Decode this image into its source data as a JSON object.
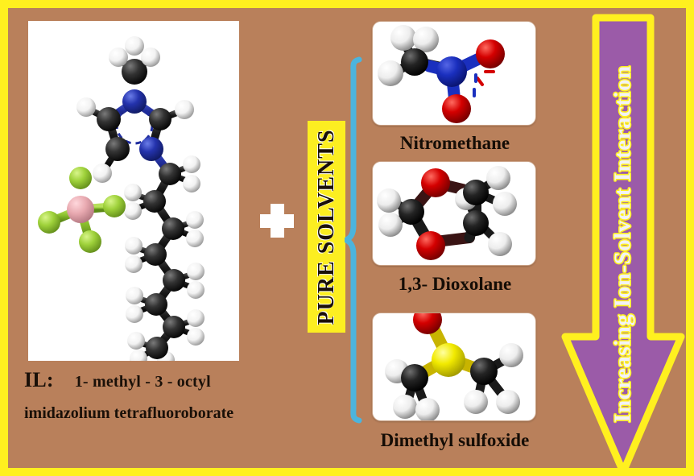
{
  "figure": {
    "type": "graphical-abstract",
    "background_color": "#b9805b",
    "border_color": "#fff01f"
  },
  "il_panel": {
    "caption_tag": "IL:",
    "caption_name_line1": "1- methyl - 3 - octyl",
    "caption_name_line2": "imidazolium tetrafluoroborate",
    "cation_name": "1-methyl-3-octylimidazolium",
    "anion_name": "tetrafluoroborate",
    "atom_colors": {
      "carbon": "#2b2b2b",
      "hydrogen": "#ffffff",
      "nitrogen": "#2233aa",
      "boron": "#e8a9b0",
      "fluorine": "#9ed13a"
    }
  },
  "operator": {
    "symbol_name": "plus-sign",
    "color": "#ffffff"
  },
  "banner": {
    "label": "PURE SOLVENTS",
    "background_color": "#fcee21",
    "text_color": "#1a1008",
    "orientation": "vertical-bottom-to-top"
  },
  "brace": {
    "name": "solvent-group-brace",
    "color": "#4cb4dd"
  },
  "solvents": [
    {
      "label": "Nitromethane",
      "formula": "CH3NO2",
      "atom_colors": {
        "carbon": "#1c1c1c",
        "hydrogen": "#ffffff",
        "nitrogen": "#1a2fbe",
        "oxygen": "#d40000"
      }
    },
    {
      "label": "1,3- Dioxolane",
      "formula": "C3H6O2",
      "atom_colors": {
        "carbon": "#1c1c1c",
        "hydrogen": "#ffffff",
        "oxygen": "#d40000"
      }
    },
    {
      "label": "Dimethyl sulfoxide",
      "formula": "C2H6OS",
      "atom_colors": {
        "carbon": "#1c1c1c",
        "hydrogen": "#ffffff",
        "oxygen": "#d40000",
        "sulfur": "#f2ea00"
      }
    }
  ],
  "arrow": {
    "label": "Increasing  Ion-Solvent  Interaction",
    "direction": "down",
    "fill_color": "#9b5ba8",
    "outline_color": "#fff01f",
    "text_color": "#f2f2f6"
  }
}
